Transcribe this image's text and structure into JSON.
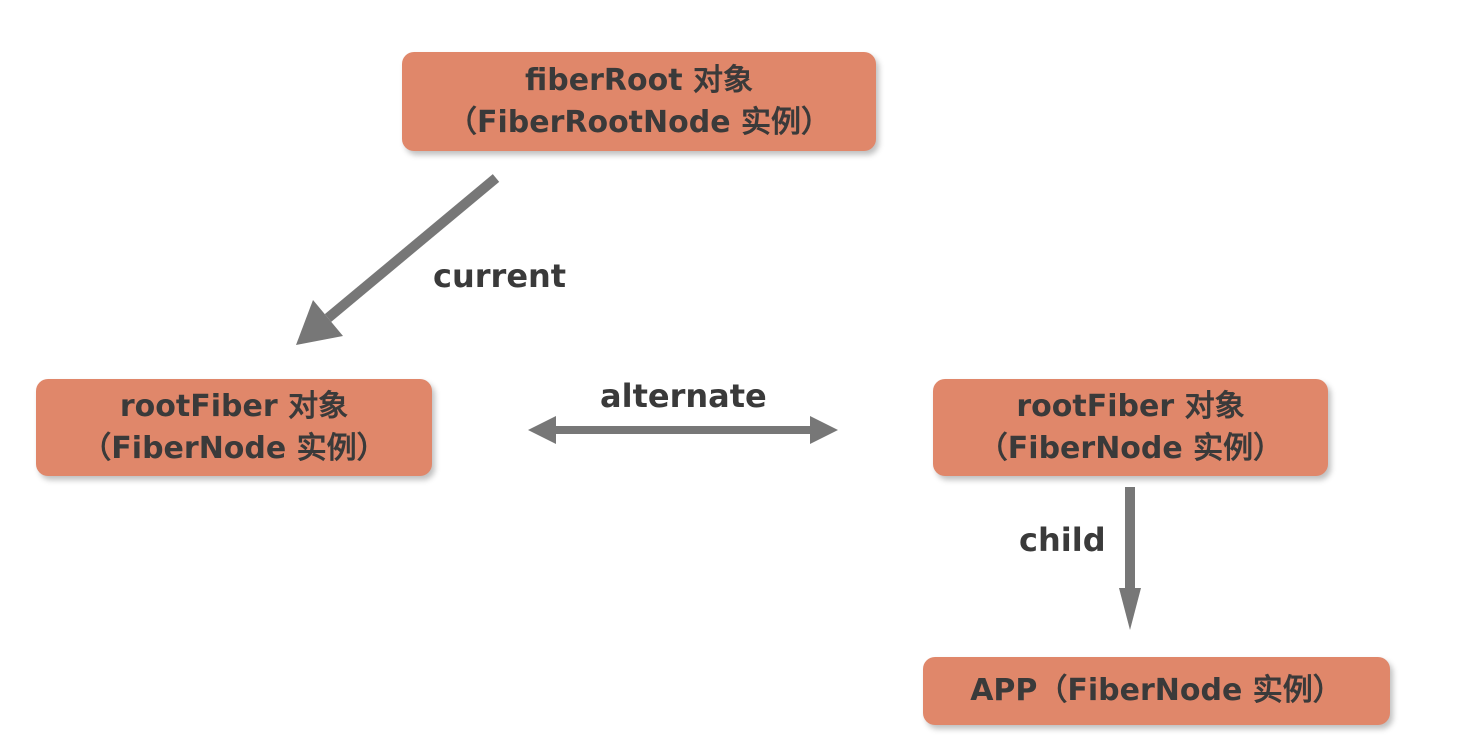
{
  "nodes": {
    "fiber_root": {
      "line1": "fiberRoot 对象",
      "line2": "（FiberRootNode 实例）"
    },
    "root_fiber_left": {
      "line1": "rootFiber 对象",
      "line2": "（FiberNode 实例）"
    },
    "root_fiber_right": {
      "line1": "rootFiber 对象",
      "line2": "（FiberNode 实例）"
    },
    "app": {
      "line1": "APP（FiberNode 实例）"
    }
  },
  "edges": {
    "current": "current",
    "alternate": "alternate",
    "child": "child"
  },
  "colors": {
    "node_fill": "#e0876a",
    "arrow": "#777777",
    "text": "#3a3a3a"
  }
}
